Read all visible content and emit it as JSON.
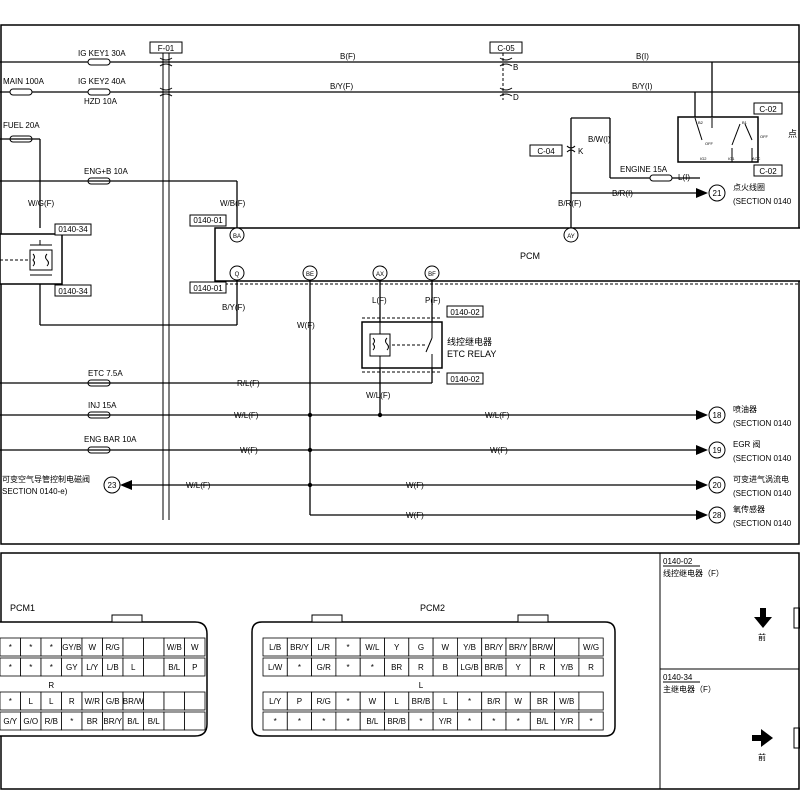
{
  "fuses": {
    "ig_key1": "IG KEY1 30A",
    "main": "MAIN 100A",
    "ig_key2": "IG KEY2 40A",
    "hzd": "HZD 10A",
    "fuel": "FUEL 20A",
    "eng_b": "ENG+B 10A",
    "etc": "ETC 7.5A",
    "inj": "INJ 15A",
    "eng_bar": "ENG BAR 10A",
    "engine": "ENGINE 15A"
  },
  "connectors": {
    "f01": "F-01",
    "c05": "C-05",
    "c02": "C-02",
    "c04": "C-04",
    "c0140_34": "0140-34",
    "c0140_01": "0140-01",
    "c0140_02": "0140-02"
  },
  "wires": {
    "b_f": "B(F)",
    "b_i": "B(I)",
    "by_f": "B/Y(F)",
    "by_i": "B/Y(I)",
    "bw_i": "B/W(I)",
    "l_i": "L(I)",
    "br_i": "B/R(I)",
    "br_f": "B/R(F)",
    "wg_f": "W/G(F)",
    "wb_f": "W/B(F)",
    "w_f": "W(F)",
    "l_f": "L(F)",
    "p_f": "P(F)",
    "wl_f": "W/L(F)",
    "rl_f": "R/L(F)"
  },
  "pins": {
    "b": "B",
    "d": "D",
    "k": "K",
    "ba": "BA",
    "ay": "AY",
    "q": "Q",
    "be": "BE",
    "ax": "AX",
    "bf": "BF"
  },
  "switch_labels": {
    "b2": "B2",
    "b1": "B1",
    "ig2": "IG2",
    "ig1": "IG1",
    "acc": "ACC",
    "off1": "OFF",
    "off2": "OFF"
  },
  "pcm_label": "PCM",
  "ignition_switch_partial": "点",
  "etc_relay": {
    "cn": "线控继电器",
    "en": "ETC RELAY"
  },
  "destinations": [
    {
      "num": "21",
      "name": "点火线圈",
      "section": "(SECTION 0140"
    },
    {
      "num": "18",
      "name": "喷油器",
      "section": "(SECTION 0140"
    },
    {
      "num": "19",
      "name": "EGR 阀",
      "section": "(SECTION 0140"
    },
    {
      "num": "20",
      "name": "可变进气涡流电",
      "section": "(SECTION 0140"
    },
    {
      "num": "28",
      "name": "氧传感器",
      "section": "(SECTION 0140"
    }
  ],
  "left_destination": {
    "num": "23",
    "name": "可变空气导管控制电磁阀",
    "section": "SECTION 0140-e)"
  },
  "pcm1": {
    "title": "PCM1",
    "rows": [
      [
        "*",
        "*",
        "*",
        "GY/B",
        "W",
        "R/G",
        "",
        "",
        "W/B",
        "W"
      ],
      [
        "*",
        "*",
        "*",
        "GY",
        "L/Y",
        "L/B",
        "L",
        "",
        "B/L",
        "P"
      ],
      [
        "",
        "",
        "R",
        "",
        "",
        "",
        "",
        "",
        "",
        ""
      ],
      [
        "*",
        "L",
        "L",
        "R",
        "W/R",
        "G/B",
        "BR/W",
        "",
        "",
        ""
      ],
      [
        "G/Y",
        "G/O",
        "R/B",
        "*",
        "BR",
        "BR/Y",
        "B/L",
        "B/L",
        "",
        ""
      ]
    ]
  },
  "pcm2": {
    "title": "PCM2",
    "rows": [
      [
        "L/B",
        "BR/Y",
        "L/R",
        "*",
        "W/L",
        "Y",
        "G",
        "W",
        "Y/B",
        "BR/Y",
        "BR/Y",
        "BR/W",
        "",
        "W/G"
      ],
      [
        "L/W",
        "*",
        "G/R",
        "*",
        "*",
        "BR",
        "R",
        "B",
        "LG/B",
        "BR/B",
        "Y",
        "R",
        "Y/B",
        "R"
      ],
      [
        "",
        "",
        "",
        "",
        "",
        "",
        "L",
        "",
        "",
        "",
        "",
        "",
        "",
        ""
      ],
      [
        "L/Y",
        "P",
        "R/G",
        "*",
        "W",
        "L",
        "BR/B",
        "L",
        "*",
        "B/R",
        "W",
        "BR",
        "W/B",
        ""
      ],
      [
        "*",
        "*",
        "*",
        "*",
        "B/L",
        "BR/B",
        "*",
        "Y/R",
        "*",
        "*",
        "*",
        "B/L",
        "Y/R",
        "*"
      ]
    ]
  },
  "legend": {
    "relay_code": "0140-02",
    "relay_name": "线控继电器（F）",
    "main_code": "0140-34",
    "main_name": "主继电器（F）",
    "front": "前"
  }
}
